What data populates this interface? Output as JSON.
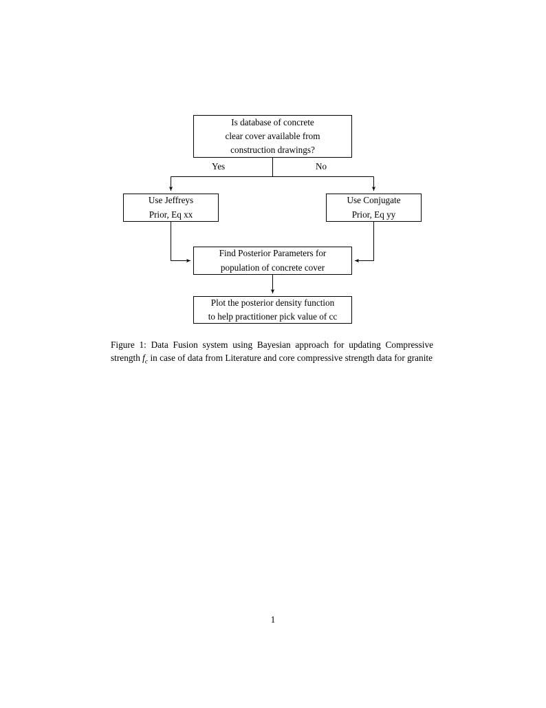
{
  "document": {
    "page_number": "1",
    "background_color": "#ffffff",
    "text_color": "#000000"
  },
  "figure": {
    "nodes": {
      "decision": {
        "id": "decision",
        "lines": [
          "Is database of concrete",
          "clear cover available from",
          "construction drawings?"
        ]
      },
      "jeffreys": {
        "id": "jeffreys",
        "lines": [
          "Use Jeffreys",
          "Prior, Eq xx"
        ]
      },
      "conjugate": {
        "id": "conjugate",
        "lines": [
          "Use Conjugate",
          "Prior, Eq yy"
        ]
      },
      "posterior": {
        "id": "posterior",
        "lines": [
          "Find Posterior Parameters for",
          "population of concrete cover"
        ]
      },
      "plot": {
        "id": "plot",
        "lines": [
          "Plot the posterior density function",
          "to help practitioner pick value of cc"
        ]
      }
    },
    "branch_labels": {
      "yes": "Yes",
      "no": "No"
    },
    "edges": [
      {
        "from": "decision",
        "to": "jeffreys",
        "label": "Yes"
      },
      {
        "from": "decision",
        "to": "conjugate",
        "label": "No"
      },
      {
        "from": "jeffreys",
        "to": "posterior",
        "label": ""
      },
      {
        "from": "conjugate",
        "to": "posterior",
        "label": ""
      },
      {
        "from": "posterior",
        "to": "plot",
        "label": ""
      }
    ],
    "line_color": "#000000"
  },
  "caption": {
    "label": "Figure 1:",
    "part_1": " Data Fusion system using Bayesian approach for updating Compressive strength ",
    "math_base": "f",
    "math_sub": "c",
    "part_2": " in case of data from Literature and core compressive strength data for granite"
  }
}
